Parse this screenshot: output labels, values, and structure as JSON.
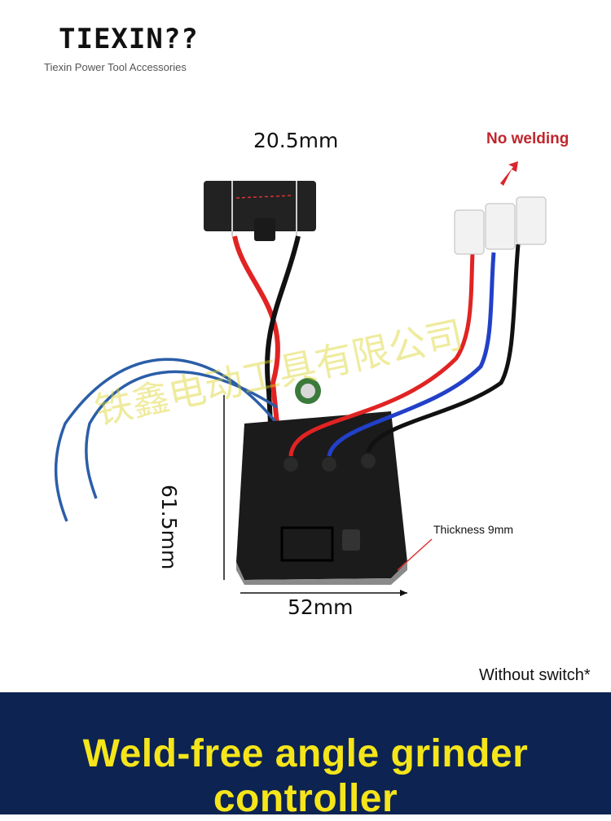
{
  "brand": {
    "name": "TIEXIN??",
    "subtitle": "Tiexin Power Tool Accessories"
  },
  "dimensions": {
    "top": "20.5mm",
    "left": "61.5mm",
    "bottom": "52mm"
  },
  "notes": {
    "no_welding": "No welding",
    "thickness": "Thickness 9mm",
    "without_switch": "Without switch*"
  },
  "banner": {
    "title": "Weld-free angle grinder controller"
  },
  "watermark": "铁鑫电动工具有限公司",
  "colors": {
    "banner_bg": "#0d2352",
    "banner_text": "#f5e51a",
    "accent_red": "#c0262c"
  }
}
